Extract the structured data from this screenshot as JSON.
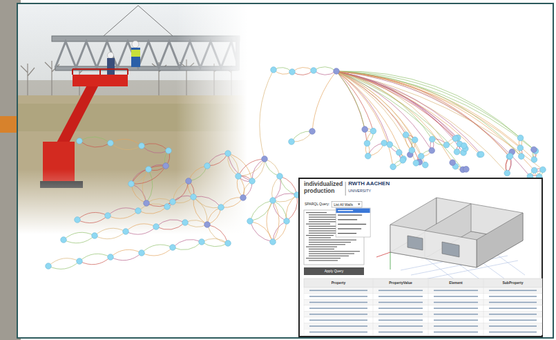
{
  "diagram": {
    "labels": [
      "individualized",
      "production",
      "RWTH AACHEN",
      "UNIVERSITY",
      "SPARQL Query:",
      "List All Walls",
      "Apply Query",
      "Property",
      "PropertyValue",
      "Element",
      "SubProperty"
    ]
  }
}
